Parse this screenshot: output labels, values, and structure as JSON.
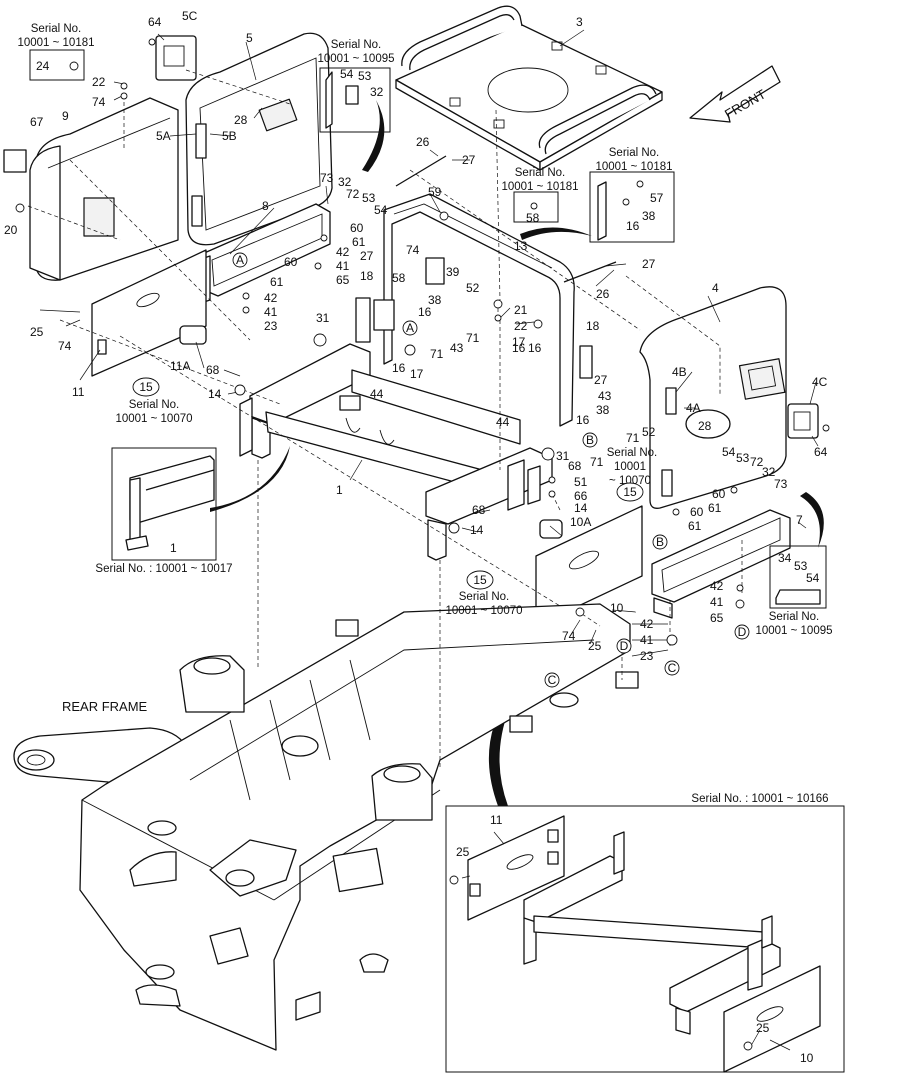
{
  "front_arrow_label": "FRONT",
  "rear_frame_label": "REAR FRAME",
  "serial_notes": {
    "top_left": [
      "Serial No.",
      "10001 ~ 10181"
    ],
    "top_mid": [
      "Serial No.",
      "10001 ~ 10095"
    ],
    "mid_58": [
      "Serial No.",
      "10001 ~ 10181"
    ],
    "right_57": [
      "Serial No.",
      "10001 ~ 10181"
    ],
    "left_15": [
      "Serial No.",
      "10001 ~ 10070"
    ],
    "detail_left": "Serial No. : 10001 ~ 10017",
    "center_15": [
      "Serial No.",
      "10001 ~ 10070"
    ],
    "right_15": [
      "Serial No.",
      "10001",
      "~ 10070"
    ],
    "right_34": [
      "Serial No.",
      "10001 ~ 10095"
    ],
    "bottom_detail": "Serial No. : 10001 ~ 10166"
  },
  "callouts": [
    {
      "id": "c64a",
      "text": "64"
    },
    {
      "id": "c5C",
      "text": "5C"
    },
    {
      "id": "c5",
      "text": "5"
    },
    {
      "id": "c3",
      "text": "3"
    },
    {
      "id": "c24",
      "text": "24"
    },
    {
      "id": "c22a",
      "text": "22"
    },
    {
      "id": "c74a",
      "text": "74"
    },
    {
      "id": "c67",
      "text": "67"
    },
    {
      "id": "c9",
      "text": "9"
    },
    {
      "id": "c5A",
      "text": "5A"
    },
    {
      "id": "c5B",
      "text": "5B"
    },
    {
      "id": "c28a",
      "text": "28"
    },
    {
      "id": "c54a",
      "text": "54"
    },
    {
      "id": "c53a",
      "text": "53"
    },
    {
      "id": "c32a",
      "text": "32"
    },
    {
      "id": "c26a",
      "text": "26"
    },
    {
      "id": "c27a",
      "text": "27"
    },
    {
      "id": "c59",
      "text": "59"
    },
    {
      "id": "c20",
      "text": "20"
    },
    {
      "id": "c8",
      "text": "8"
    },
    {
      "id": "c73a",
      "text": "73"
    },
    {
      "id": "c32b",
      "text": "32"
    },
    {
      "id": "c72a",
      "text": "72"
    },
    {
      "id": "c53b",
      "text": "53"
    },
    {
      "id": "c54b",
      "text": "54"
    },
    {
      "id": "c60a",
      "text": "60"
    },
    {
      "id": "c61a",
      "text": "61"
    },
    {
      "id": "c42a",
      "text": "42"
    },
    {
      "id": "c41a",
      "text": "41"
    },
    {
      "id": "c65a",
      "text": "65"
    },
    {
      "id": "c60b",
      "text": "60"
    },
    {
      "id": "c61b",
      "text": "61"
    },
    {
      "id": "c42b",
      "text": "42"
    },
    {
      "id": "c41b",
      "text": "41"
    },
    {
      "id": "c23a",
      "text": "23"
    },
    {
      "id": "c27b",
      "text": "27"
    },
    {
      "id": "c74b",
      "text": "74"
    },
    {
      "id": "c58a",
      "text": "58"
    },
    {
      "id": "c39",
      "text": "39"
    },
    {
      "id": "c18a",
      "text": "18"
    },
    {
      "id": "c58b",
      "text": "58"
    },
    {
      "id": "c13",
      "text": "13"
    },
    {
      "id": "c57",
      "text": "57"
    },
    {
      "id": "c38a",
      "text": "38"
    },
    {
      "id": "c16a",
      "text": "16"
    },
    {
      "id": "c27c",
      "text": "27"
    },
    {
      "id": "c26b",
      "text": "26"
    },
    {
      "id": "c25a",
      "text": "25"
    },
    {
      "id": "c74c",
      "text": "74"
    },
    {
      "id": "c31a",
      "text": "31"
    },
    {
      "id": "c38b",
      "text": "38"
    },
    {
      "id": "c52a",
      "text": "52"
    },
    {
      "id": "c16b",
      "text": "16"
    },
    {
      "id": "c21",
      "text": "21"
    },
    {
      "id": "c22b",
      "text": "22"
    },
    {
      "id": "c4",
      "text": "4"
    },
    {
      "id": "c11A",
      "text": "11A"
    },
    {
      "id": "c16c",
      "text": "16"
    },
    {
      "id": "c71a",
      "text": "71"
    },
    {
      "id": "c43a",
      "text": "43"
    },
    {
      "id": "c71b",
      "text": "71"
    },
    {
      "id": "c17a",
      "text": "17"
    },
    {
      "id": "c16d",
      "text": "16"
    },
    {
      "id": "c18b",
      "text": "18"
    },
    {
      "id": "c11",
      "text": "11"
    },
    {
      "id": "c68a",
      "text": "68"
    },
    {
      "id": "c16e",
      "text": "16"
    },
    {
      "id": "c17b",
      "text": "17"
    },
    {
      "id": "c44a",
      "text": "44"
    },
    {
      "id": "c27d",
      "text": "27"
    },
    {
      "id": "c4B",
      "text": "4B"
    },
    {
      "id": "c4C",
      "text": "4C"
    },
    {
      "id": "c14a",
      "text": "14"
    },
    {
      "id": "c43b",
      "text": "43"
    },
    {
      "id": "c4A",
      "text": "4A"
    },
    {
      "id": "c38c",
      "text": "38"
    },
    {
      "id": "c28b",
      "text": "28"
    },
    {
      "id": "c16f",
      "text": "16"
    },
    {
      "id": "c71c",
      "text": "71"
    },
    {
      "id": "c52b",
      "text": "52"
    },
    {
      "id": "c71d",
      "text": "71"
    },
    {
      "id": "c64b",
      "text": "64"
    },
    {
      "id": "c44b",
      "text": "44"
    },
    {
      "id": "c31b",
      "text": "31"
    },
    {
      "id": "c68b",
      "text": "68"
    },
    {
      "id": "c51",
      "text": "51"
    },
    {
      "id": "c54c",
      "text": "54"
    },
    {
      "id": "c53c",
      "text": "53"
    },
    {
      "id": "c72b",
      "text": "72"
    },
    {
      "id": "c32c",
      "text": "32"
    },
    {
      "id": "c73b",
      "text": "73"
    },
    {
      "id": "c66",
      "text": "66"
    },
    {
      "id": "c14b",
      "text": "14"
    },
    {
      "id": "c60c",
      "text": "60"
    },
    {
      "id": "c61c",
      "text": "61"
    },
    {
      "id": "c1a",
      "text": "1"
    },
    {
      "id": "c10A",
      "text": "10A"
    },
    {
      "id": "c68c",
      "text": "68"
    },
    {
      "id": "c14c",
      "text": "14"
    },
    {
      "id": "c60d",
      "text": "60"
    },
    {
      "id": "c61d",
      "text": "61"
    },
    {
      "id": "c7",
      "text": "7"
    },
    {
      "id": "c1b",
      "text": "1"
    },
    {
      "id": "c34",
      "text": "34"
    },
    {
      "id": "c53d",
      "text": "53"
    },
    {
      "id": "c54d",
      "text": "54"
    },
    {
      "id": "c42c",
      "text": "42"
    },
    {
      "id": "c41c",
      "text": "41"
    },
    {
      "id": "c65b",
      "text": "65"
    },
    {
      "id": "c10a",
      "text": "10"
    },
    {
      "id": "c74d",
      "text": "74"
    },
    {
      "id": "c25b",
      "text": "25"
    },
    {
      "id": "c42d",
      "text": "42"
    },
    {
      "id": "c41d",
      "text": "41"
    },
    {
      "id": "c23b",
      "text": "23"
    },
    {
      "id": "c11b",
      "text": "11"
    },
    {
      "id": "c25c",
      "text": "25"
    },
    {
      "id": "c25d",
      "text": "25"
    },
    {
      "id": "c10b",
      "text": "10"
    }
  ],
  "circled_letters": [
    {
      "id": "A1",
      "text": "A"
    },
    {
      "id": "A2",
      "text": "A"
    },
    {
      "id": "B1",
      "text": "B"
    },
    {
      "id": "B2",
      "text": "B"
    },
    {
      "id": "C1",
      "text": "C"
    },
    {
      "id": "C2",
      "text": "C"
    },
    {
      "id": "D1",
      "text": "D"
    },
    {
      "id": "D2",
      "text": "D"
    }
  ],
  "circled_numbers": [
    {
      "id": "n15a",
      "text": "15"
    },
    {
      "id": "n15b",
      "text": "15"
    },
    {
      "id": "n15c",
      "text": "15"
    }
  ]
}
